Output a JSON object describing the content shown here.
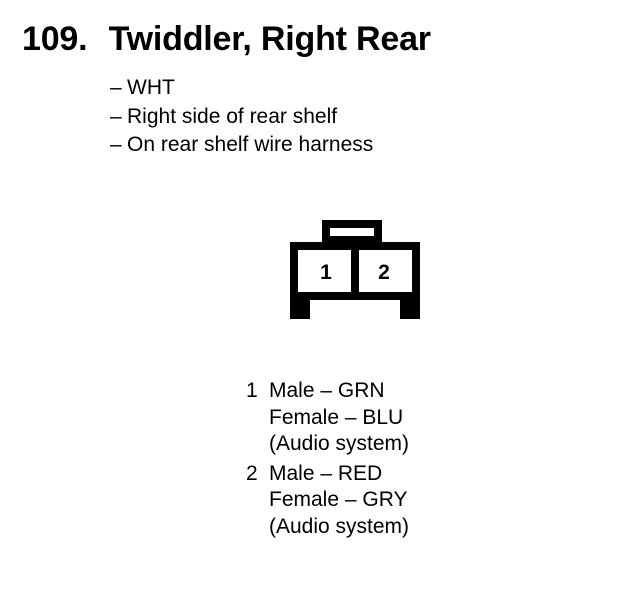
{
  "page": {
    "background_color": "#ffffff",
    "ink_color": "#000000"
  },
  "title": {
    "number": "109.",
    "text": "Twiddler, Right Rear",
    "full": "109.  Twiddler, Right Rear"
  },
  "bullets": {
    "dash": "–",
    "items": [
      "WHT",
      "Right side of rear shelf",
      "On rear shelf wire harness"
    ]
  },
  "connector": {
    "name": "two-pin-connector",
    "cavity_count": 2,
    "pin_labels": [
      "1",
      "2"
    ]
  },
  "legend": {
    "dash": "–",
    "entries": [
      {
        "number": "1",
        "male": "Male – GRN",
        "female": "Female – BLU",
        "system": "(Audio system)"
      },
      {
        "number": "2",
        "male": "Male – RED",
        "female": "Female – GRY",
        "system": "(Audio system)"
      }
    ]
  }
}
